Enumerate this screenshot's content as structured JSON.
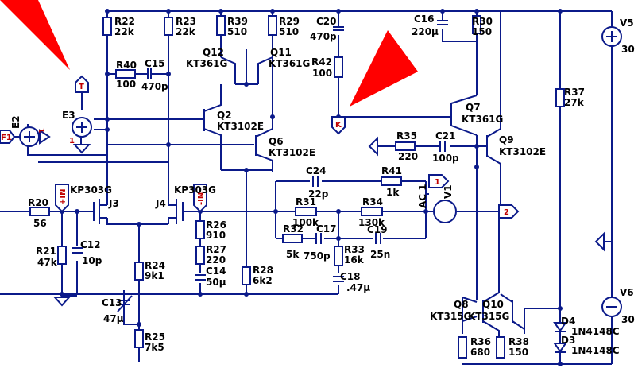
{
  "components": {
    "R22": {
      "ref": "R22",
      "value": "22k"
    },
    "R23": {
      "ref": "R23",
      "value": "22k"
    },
    "R39": {
      "ref": "R39",
      "value": "510"
    },
    "R29": {
      "ref": "R29",
      "value": "510"
    },
    "C20": {
      "ref": "C20",
      "value": "470p"
    },
    "C16": {
      "ref": "C16",
      "value": "220µ"
    },
    "R30": {
      "ref": "R30",
      "value": "150"
    },
    "V5": {
      "ref": "V5",
      "value": "30"
    },
    "R40": {
      "ref": "R40",
      "value": "100"
    },
    "C15": {
      "ref": "C15",
      "value": "470p"
    },
    "Q12": {
      "ref": "Q12",
      "value": "KT361G"
    },
    "Q11": {
      "ref": "Q11",
      "value": "KT361G"
    },
    "R42": {
      "ref": "R42",
      "value": "100"
    },
    "R37": {
      "ref": "R37",
      "value": "27k"
    },
    "E3": {
      "ref": "E3"
    },
    "Q2": {
      "ref": "Q2",
      "value": "KT3102E"
    },
    "Q7": {
      "ref": "Q7",
      "value": "KT361G"
    },
    "E2": {
      "ref": "E2"
    },
    "Q6": {
      "ref": "Q6",
      "value": "KT3102E"
    },
    "R35": {
      "ref": "R35",
      "value": "220"
    },
    "C21": {
      "ref": "C21",
      "value": "100p"
    },
    "Q9": {
      "ref": "Q9",
      "value": "KT3102E"
    },
    "C24": {
      "ref": "C24",
      "value": "22p"
    },
    "R41": {
      "ref": "R41",
      "value": "1k"
    },
    "J3": {
      "ref": "J3",
      "value": "KP303G"
    },
    "J4": {
      "ref": "J4",
      "value": "KP303G"
    },
    "R20": {
      "ref": "R20",
      "value": "56"
    },
    "R31": {
      "ref": "R31",
      "value": "100k"
    },
    "R34": {
      "ref": "R34",
      "value": "130k"
    },
    "V1": {
      "ref": "V1",
      "value": "AC 1"
    },
    "R26": {
      "ref": "R26",
      "value": "910"
    },
    "R32": {
      "ref": "R32",
      "value": "5k"
    },
    "C17": {
      "ref": "C17",
      "value": "750p"
    },
    "C19": {
      "ref": "C19",
      "value": "25n"
    },
    "R21": {
      "ref": "R21",
      "value": "47k"
    },
    "C12": {
      "ref": "C12",
      "value": "10p"
    },
    "R27": {
      "ref": "R27",
      "value": "220"
    },
    "R33": {
      "ref": "R33",
      "value": "16k"
    },
    "R24": {
      "ref": "R24",
      "value": "9k1"
    },
    "C14": {
      "ref": "C14",
      "value": "50µ"
    },
    "R28": {
      "ref": "R28",
      "value": "6k2"
    },
    "C18": {
      "ref": "C18",
      "value": ".47µ"
    },
    "V6": {
      "ref": "V6",
      "value": "30"
    },
    "C13": {
      "ref": "C13",
      "value": "47µ"
    },
    "Q8": {
      "ref": "Q8",
      "value": "KT315G"
    },
    "Q10": {
      "ref": "Q10",
      "value": "KT315G"
    },
    "D4": {
      "ref": "D4",
      "value": "1N4148C"
    },
    "D3": {
      "ref": "D3",
      "value": "1N4148C"
    },
    "R25": {
      "ref": "R25",
      "value": "7k5"
    },
    "R36": {
      "ref": "R36",
      "value": "680"
    },
    "R38": {
      "ref": "R38",
      "value": "150"
    }
  },
  "net_flags": {
    "T": "T",
    "K": "K",
    "F1": "F1",
    "one_a": "1",
    "one_b": "1",
    "one_c": "1",
    "two": "2",
    "in_plus": "+IN",
    "in_minus": "-IN"
  },
  "colors": {
    "wire": "#0b1a8a",
    "pointer": "#ff0000",
    "net_text": "#c00000"
  }
}
